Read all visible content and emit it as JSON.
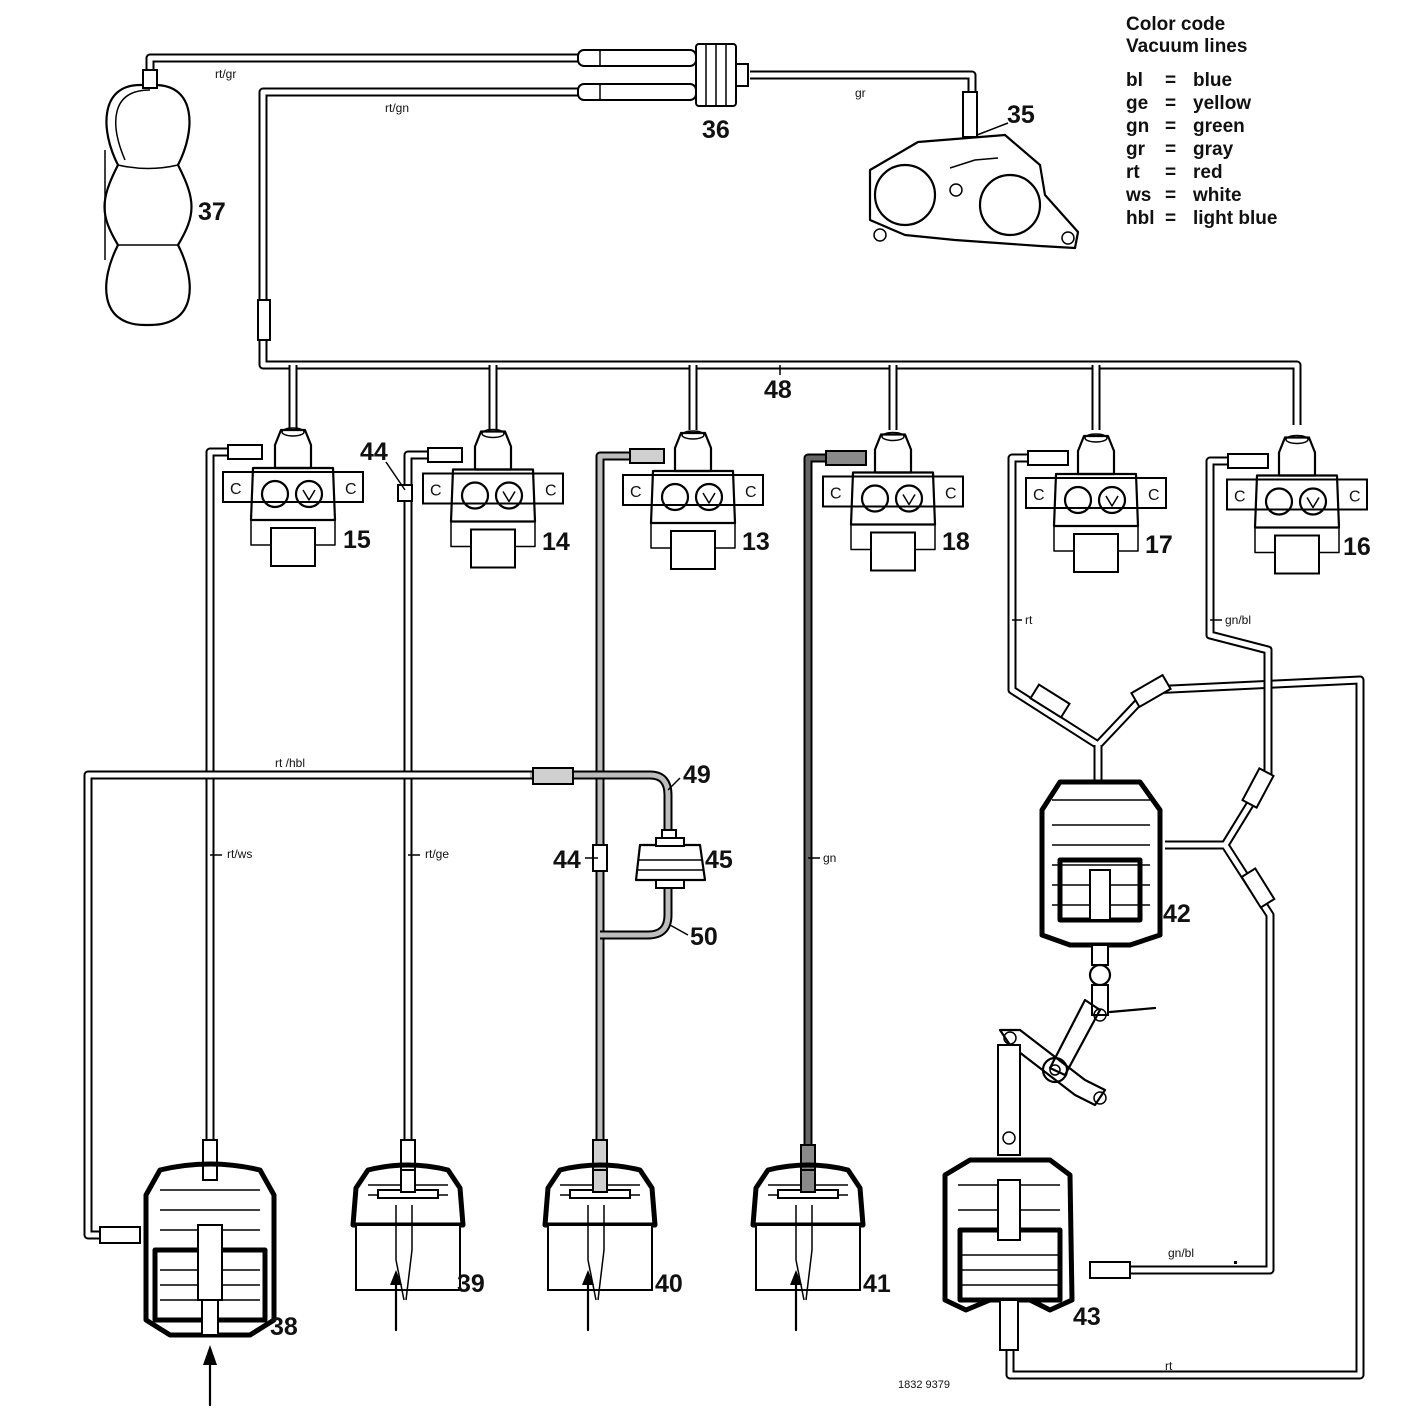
{
  "legend": {
    "title_line1": "Color code",
    "title_line2": "Vacuum lines",
    "entries": [
      {
        "code": "bl",
        "sep": "=",
        "color": "blue"
      },
      {
        "code": "ge",
        "sep": "=",
        "color": "yellow"
      },
      {
        "code": "gn",
        "sep": "=",
        "color": "green"
      },
      {
        "code": "gr",
        "sep": "=",
        "color": "gray"
      },
      {
        "code": "rt",
        "sep": "=",
        "color": "red"
      },
      {
        "code": "ws",
        "sep": "=",
        "color": "white"
      },
      {
        "code": "hbl",
        "sep": "=",
        "color": "light blue"
      }
    ]
  },
  "components": {
    "c13": "13",
    "c14": "14",
    "c15": "15",
    "c16": "16",
    "c17": "17",
    "c18": "18",
    "c35": "35",
    "c36": "36",
    "c37": "37",
    "c38": "38",
    "c39": "39",
    "c40": "40",
    "c41": "41",
    "c42": "42",
    "c43": "43",
    "c44a": "44",
    "c44b": "44",
    "c45": "45",
    "c48": "48",
    "c49": "49",
    "c50": "50"
  },
  "wires": {
    "rt_gr": "rt/gr",
    "rt_gn": "rt/gn",
    "gr": "gr",
    "rt_hbl": "rt /hbl",
    "rt_ws": "rt/ws",
    "rt_ge": "rt/ge",
    "gn": "gn",
    "rt_17": "rt",
    "gn_bl_16": "gn/bl",
    "gn_bl_43": "gn/bl",
    "rt_bottom": "rt"
  },
  "drawing_code": "1832 9379"
}
